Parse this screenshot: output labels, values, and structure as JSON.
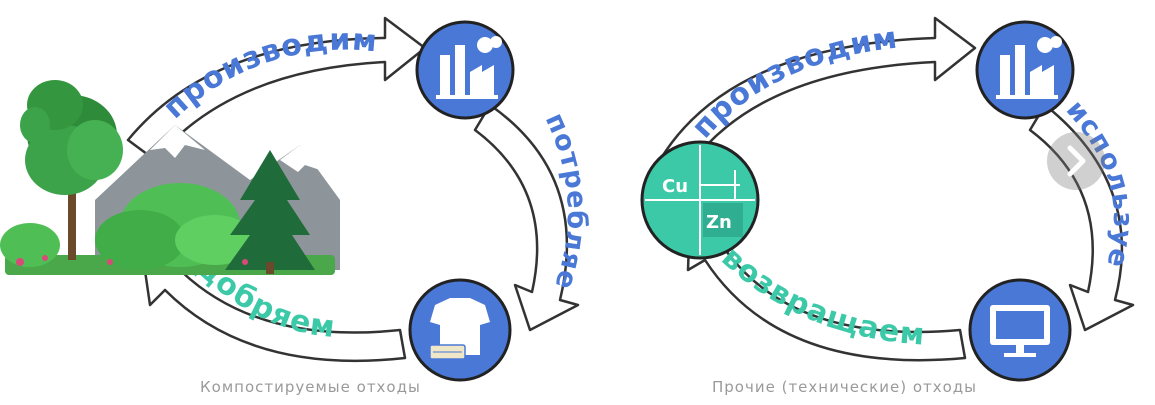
{
  "colors": {
    "blue": "#4a78d6",
    "teal": "#3cc9a8",
    "gray_text": "#9a9a9a"
  },
  "left_cycle": {
    "caption": "Компостируемые отходы",
    "produce_label": "производим",
    "consume_label": "потребляем",
    "fertilize_label": "удобряем",
    "nodes": [
      "nature-icon",
      "factory-icon",
      "tshirt-icon"
    ]
  },
  "right_cycle": {
    "caption": "Прочие (технические) отходы",
    "produce_label": "производим",
    "use_label": "используем",
    "return_label": "возвращаем",
    "element_1": "Cu",
    "element_2": "Zn",
    "nodes": [
      "elements-icon",
      "factory-icon",
      "monitor-icon"
    ]
  },
  "navigation": {
    "next_icon": "chevron-right-icon"
  }
}
